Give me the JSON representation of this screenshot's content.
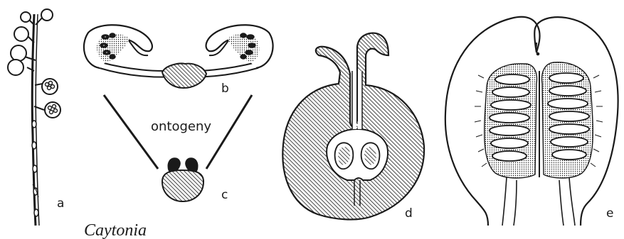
{
  "labels": {
    "a": "a",
    "b": "b",
    "c": "c",
    "d": "d",
    "e": "e",
    "ontogeny": "ontogeny",
    "caption": "Caytonia"
  },
  "colors": {
    "ink": "#1a1a1a",
    "paper": "#ffffff"
  },
  "icons": [
    "seed-icon",
    "cupule-icon"
  ]
}
